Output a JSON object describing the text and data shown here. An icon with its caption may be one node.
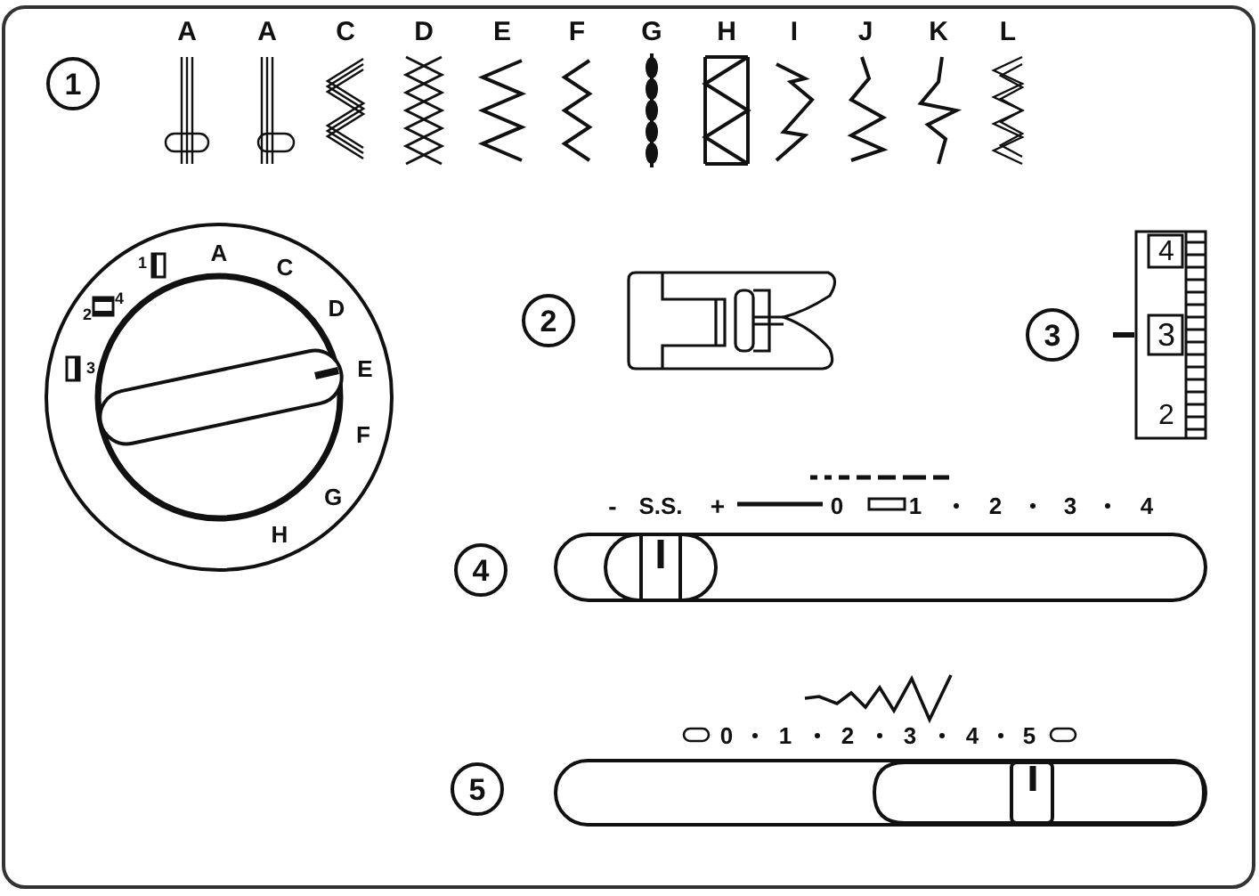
{
  "diagram": {
    "labels": [
      "1",
      "A",
      "A",
      "C",
      "D",
      "E",
      "F",
      "G",
      "H",
      "I",
      "J",
      "K",
      "L",
      "A",
      "C",
      "D",
      "E",
      "F",
      "G",
      "H",
      "1",
      "2",
      "4",
      "3",
      "2",
      "4",
      "3",
      "3",
      "2",
      "4",
      "-",
      "S.S.",
      "+",
      "0",
      "1",
      "2",
      "3",
      "4",
      "5",
      "0",
      "1",
      "2",
      "3",
      "4",
      "5"
    ]
  }
}
